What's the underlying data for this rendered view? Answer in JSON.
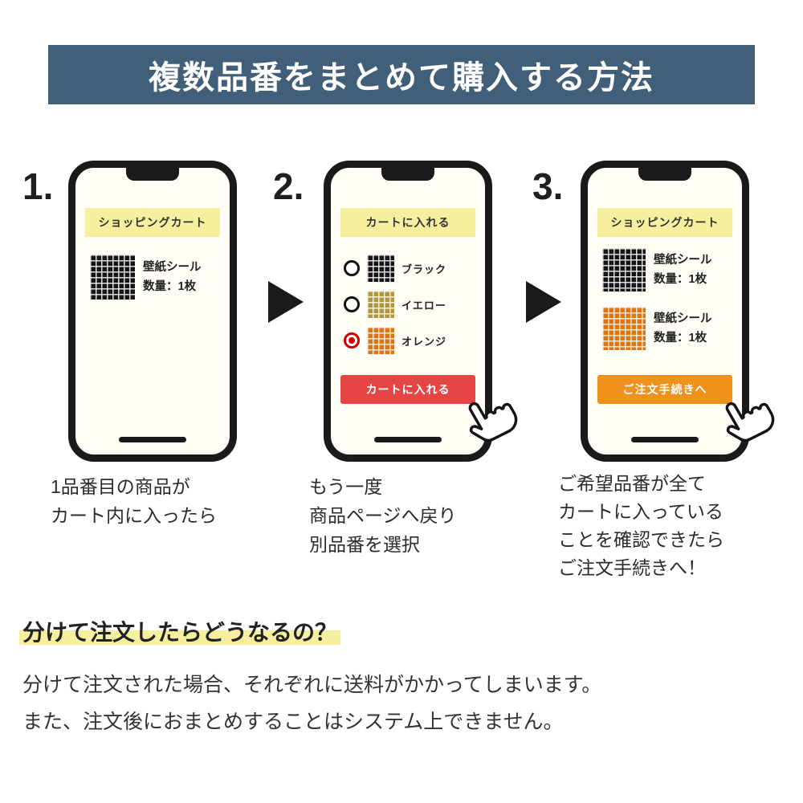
{
  "banner": {
    "title": "複数品番をまとめて購入する方法"
  },
  "steps": [
    {
      "number": "1.",
      "phone": {
        "header": "ショッピングカート",
        "items": [
          {
            "swatch": "black",
            "name": "壁紙シール",
            "qty": "数量：1枚"
          }
        ]
      },
      "caption": [
        "1品番目の商品が",
        "カート内に入ったら"
      ]
    },
    {
      "number": "2.",
      "phone": {
        "header": "カートに入れる",
        "options": [
          {
            "swatch": "black",
            "label": "ブラック",
            "selected": false
          },
          {
            "swatch": "yellow",
            "label": "イエロー",
            "selected": false
          },
          {
            "swatch": "orange",
            "label": "オレンジ",
            "selected": true
          }
        ],
        "button": "カートに入れる"
      },
      "caption": [
        "もう一度",
        "商品ページへ戻り",
        "別品番を選択"
      ]
    },
    {
      "number": "3.",
      "phone": {
        "header": "ショッピングカート",
        "items": [
          {
            "swatch": "black",
            "name": "壁紙シール",
            "qty": "数量：1枚"
          },
          {
            "swatch": "orange",
            "name": "壁紙シール",
            "qty": "数量：1枚"
          }
        ],
        "button": "ご注文手続きへ"
      },
      "caption": [
        "ご希望品番が全て",
        "カートに入っている",
        "ことを確認できたら",
        "ご注文手続きへ！"
      ]
    }
  ],
  "footer": {
    "heading": "分けて注文したらどうなるの？",
    "body": [
      "分けて注文された場合、それぞれに送料がかかってしまいます。",
      "また、注文後におまとめすることはシステム上できません。"
    ]
  },
  "colors": {
    "banner_bg": "#415f78",
    "cart_header_yellow": "#f6f09e",
    "highlight_yellow": "#f6ef9d",
    "add_button_red": "#e64545",
    "order_button_orange": "#f0911c",
    "radio_selected_red": "#cc0000"
  }
}
